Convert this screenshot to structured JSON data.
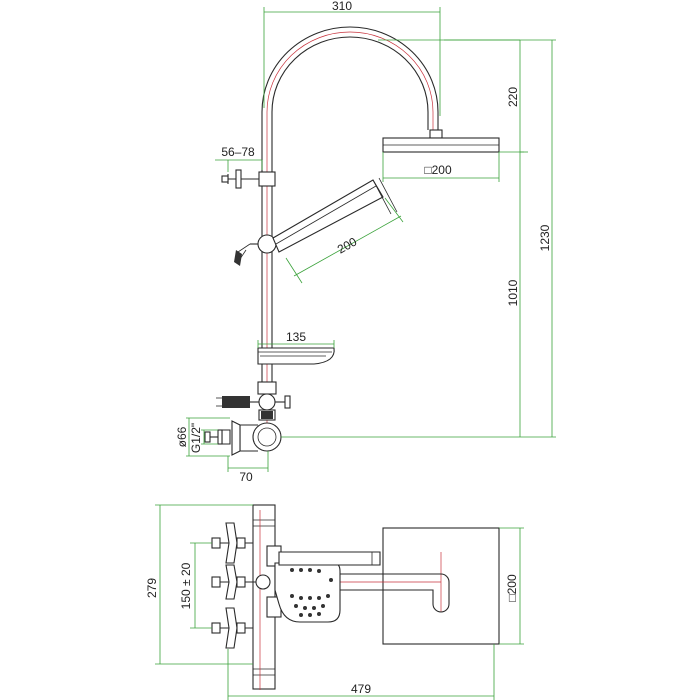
{
  "dimensions": {
    "arm_width": "310",
    "arm_height": "220",
    "total_height": "1230",
    "bar_height": "1010",
    "arm_offset": "56–78",
    "head_size": "□200",
    "hand_length": "200",
    "shelf_width": "135",
    "connection_diameter": "ø66",
    "connection_thread": "G1/2\"",
    "wall_offset": "70",
    "plan_width": "479",
    "plan_depth": "279",
    "plan_spacing": "150 ± 20",
    "plan_head_size": "□200"
  },
  "colors": {
    "outline": "#2a2a2a",
    "center_line": "#c8323c",
    "dimension_line": "#3aa23a"
  }
}
